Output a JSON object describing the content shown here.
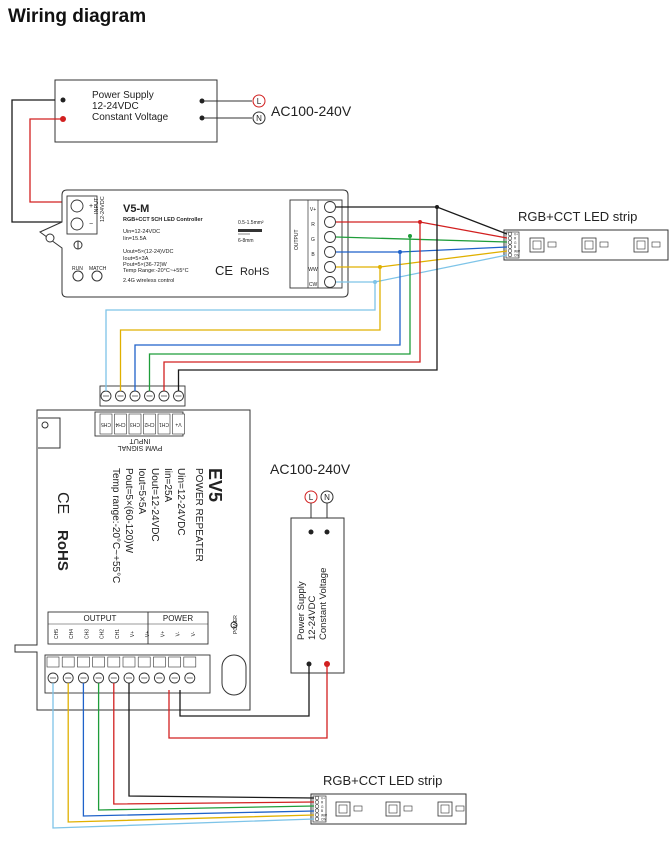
{
  "title": "Wiring diagram",
  "colors": {
    "black": "#1a1a1a",
    "red": "#d22020",
    "green": "#1f9d3a",
    "blue": "#1f62c9",
    "yellow": "#e0b000",
    "lightblue": "#7ec4e8",
    "gray": "#555555"
  },
  "ac_input": {
    "label": "AC100-240V",
    "live": "L",
    "neutral": "N"
  },
  "power_supply": {
    "line1": "Power Supply",
    "line2": "12-24VDC",
    "line3": "Constant Voltage"
  },
  "controller": {
    "model": "V5-M",
    "subtitle": "RGB+CCT 5CH LED Controller",
    "spec_lines": [
      "Uin=12-24VDC",
      "Iin=15.5A",
      "Uout=5×(12-24)VDC",
      "Iout=5×3A",
      "Pout=5×(36-72)W",
      "Temp Range:-20°C~+55°C",
      "2.4G wireless control"
    ],
    "input_label": "INPUT",
    "input_voltage": "12-24VDC",
    "run_label": "RUN",
    "match_label": "MATCH",
    "output_label": "OUTPUT",
    "output_pins": [
      "V+",
      "R",
      "G",
      "B",
      "WW",
      "CW"
    ],
    "wire_spec": "0.5-1.5mm²",
    "strip_length": "6-8mm",
    "ce": "CE",
    "rohs": "RoHS"
  },
  "strip_top": {
    "label": "RGB+CCT LED strip"
  },
  "strip_bottom": {
    "label": "RGB+CCT LED strip"
  },
  "strip_pins": [
    "V+",
    "R",
    "G",
    "B",
    "WW",
    "CW"
  ],
  "repeater": {
    "model": "EV5",
    "subtitle": "POWER REPEATER",
    "spec_lines": [
      "Uin=12-24VDC",
      "Iin=25A",
      "Uout=12-24VDC",
      "Iout=5×5A",
      "Pout=5×(60-120)W",
      "Temp range:-20°C~+55°C"
    ],
    "input_pins": [
      "CH5",
      "CH4",
      "CH3",
      "CH2",
      "CH1",
      "V+"
    ],
    "input_label": "INPUT",
    "input_label2": "PWM SIGNAL",
    "output_label": "OUTPUT",
    "output_pins": [
      "CH5",
      "CH4",
      "CH3",
      "CH2",
      "CH1",
      "V+"
    ],
    "power_label": "POWER",
    "power_pins": [
      "V+",
      "V+",
      "V-",
      "V-"
    ],
    "power_led": "POWER",
    "ce": "CE",
    "rohs": "RoHS"
  },
  "ac_input2": {
    "label": "AC100-240V",
    "live": "L",
    "neutral": "N"
  },
  "power_supply2": {
    "line1": "Power Supply",
    "line2": "12-24VDC",
    "line3": "Constant Voltage"
  }
}
